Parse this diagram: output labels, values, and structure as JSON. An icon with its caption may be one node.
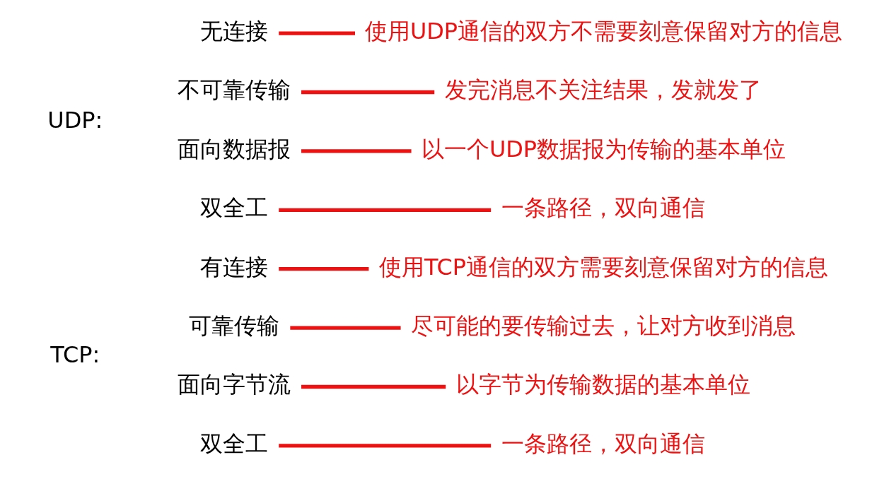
{
  "diagram": {
    "nodes": [
      {
        "text": [
          "TCP:"
        ]
      },
      {
        "text": [
          "有连接"
        ]
      },
      {
        "text": [
          "可靠传输"
        ]
      },
      {
        "text": [
          "面向字节流"
        ]
      },
      {
        "text": [
          "双全工"
        ]
      },
      {
        "text": [
          "使用TCP通信的双方需要刻意保留对方的信息"
        ]
      },
      {
        "text": [
          "尽可能的要传输过去，让对方收到消息"
        ]
      },
      {
        "text": [
          "以字节为传输数据的基本单位"
        ]
      },
      {
        "text": [
          "一条路径，双向通信"
        ]
      },
      {
        "text": [
          "UDP:"
        ]
      },
      {
        "text": [
          "无连接"
        ]
      },
      {
        "text": [
          "不可靠传输"
        ]
      },
      {
        "text": [
          "面向数据报"
        ]
      },
      {
        "text": [
          "双全工"
        ]
      },
      {
        "text": [
          "使用UDP通信的双方不需要刻意保留对方的信息"
        ]
      },
      {
        "text": [
          "发完消息不关注结果，发就发了"
        ]
      },
      {
        "text": [
          "以一个UDP数据报为传输的基本单位"
        ]
      },
      {
        "text": [
          "一条路径，双向通信"
        ]
      }
    ],
    "edges": [
      {
        "from": 1,
        "to": 5,
        "arrow": "none"
      },
      {
        "from": 2,
        "to": 6,
        "arrow": "none"
      },
      {
        "from": 3,
        "to": 7,
        "arrow": "none"
      },
      {
        "from": 4,
        "to": 8,
        "arrow": "none"
      },
      {
        "from": 10,
        "to": 14,
        "arrow": "none"
      },
      {
        "from": 11,
        "to": 15,
        "arrow": "none"
      },
      {
        "from": 12,
        "to": 16,
        "arrow": "none"
      },
      {
        "from": 13,
        "to": 17,
        "arrow": "none"
      }
    ]
  }
}
